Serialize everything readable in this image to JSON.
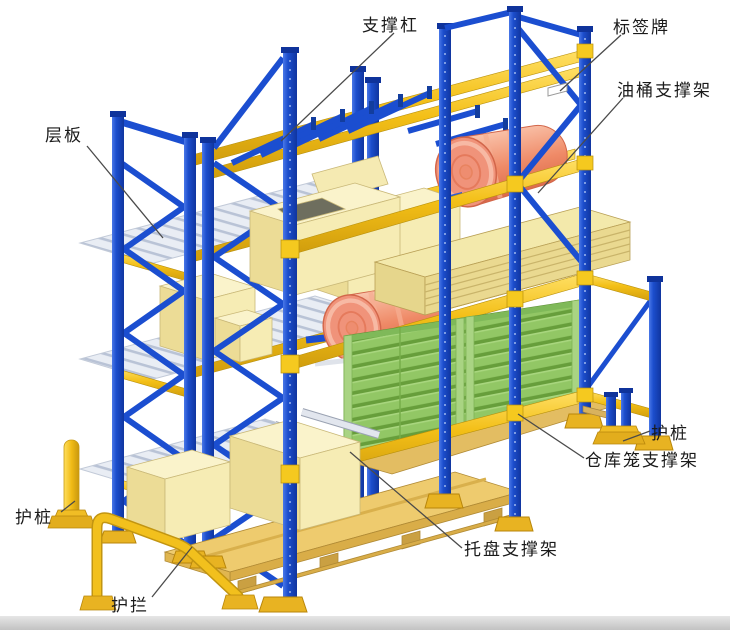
{
  "diagram": {
    "title": "pallet-rack-illustration",
    "labels": [
      {
        "id": "support-bar",
        "text": "支撑杠"
      },
      {
        "id": "tag-plate",
        "text": "标签牌"
      },
      {
        "id": "drum-support",
        "text": "油桶支撑架"
      },
      {
        "id": "shelf-panel",
        "text": "层板"
      },
      {
        "id": "guard-post-right",
        "text": "护桩"
      },
      {
        "id": "cage-support",
        "text": "仓库笼支撑架"
      },
      {
        "id": "pallet-support",
        "text": "托盘支撑架"
      },
      {
        "id": "guard-post-left",
        "text": "护桩"
      },
      {
        "id": "guard-rail",
        "text": "护拦"
      }
    ],
    "colors": {
      "frame_blue": "#1b4ccb",
      "beam_yellow": "#f2bf17",
      "drum_orange": "#ee8a68",
      "box_cream": "#f4e8ac",
      "cage_green": "#8fc463",
      "rail_yellow": "#f2c01d",
      "ground_gray": "#cccccc"
    }
  }
}
